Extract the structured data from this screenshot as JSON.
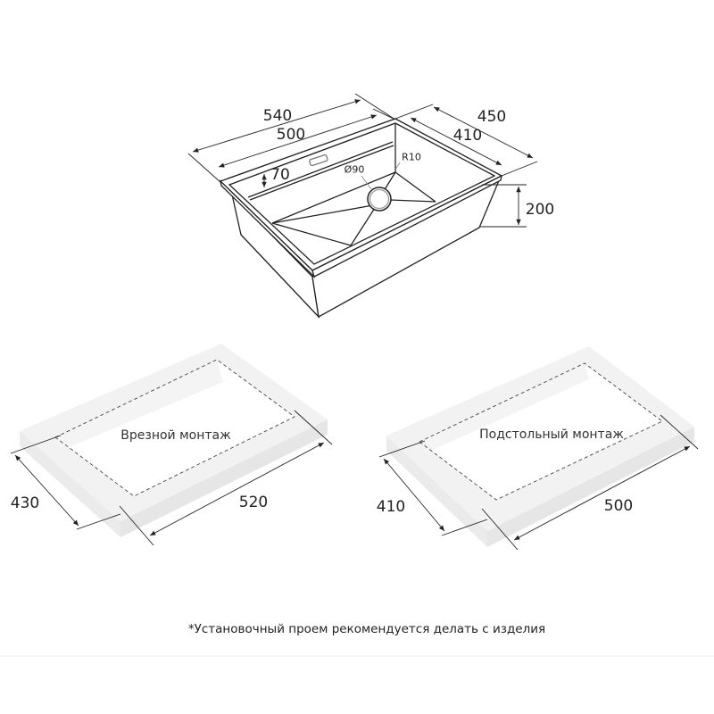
{
  "sink": {
    "dim_outer_length": "540",
    "dim_inner_length": "500",
    "dim_outer_width": "450",
    "dim_inner_width": "410",
    "dim_depth": "200",
    "dim_ledge": "70",
    "dim_drain": "Ø90",
    "dim_radius": "R10"
  },
  "flush_mount": {
    "caption": "Врезной монтаж",
    "dim_width": "430",
    "dim_length": "520"
  },
  "undermount": {
    "caption": "Подстольный монтаж",
    "dim_width": "410",
    "dim_length": "500"
  },
  "footnote": "*Установочный проем рекомендуется делать с изделия",
  "colors": {
    "line": "#222222",
    "countertop": "#f1f1f1",
    "countertop_side": "#e9e9e9"
  }
}
